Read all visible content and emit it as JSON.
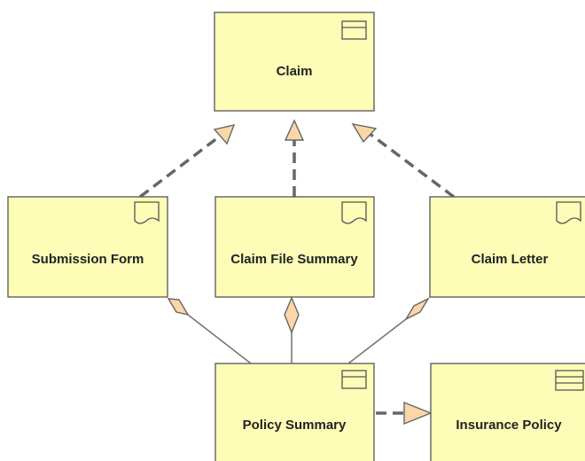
{
  "diagram": {
    "nodes": {
      "claim": {
        "label": "Claim",
        "icon": "business-object-icon"
      },
      "submission_form": {
        "label": "Submission Form",
        "icon": "representation-icon"
      },
      "claim_file_summary": {
        "label": "Claim File Summary",
        "icon": "representation-icon"
      },
      "claim_letter": {
        "label": "Claim Letter",
        "icon": "representation-icon"
      },
      "policy_summary": {
        "label": "Policy Summary",
        "icon": "business-object-icon"
      },
      "insurance_policy": {
        "label": "Insurance Policy",
        "icon": "business-object-icon"
      }
    },
    "relations": [
      {
        "type": "realization",
        "from": "Submission Form",
        "to": "Claim"
      },
      {
        "type": "realization",
        "from": "Claim File Summary",
        "to": "Claim"
      },
      {
        "type": "realization",
        "from": "Claim Letter",
        "to": "Claim"
      },
      {
        "type": "aggregation",
        "from": "Submission Form",
        "to": "Policy Summary"
      },
      {
        "type": "aggregation",
        "from": "Claim File Summary",
        "to": "Policy Summary"
      },
      {
        "type": "aggregation",
        "from": "Claim Letter",
        "to": "Policy Summary"
      },
      {
        "type": "realization",
        "from": "Policy Summary",
        "to": "Insurance Policy"
      }
    ],
    "colors": {
      "node_fill": "#fdfdb8",
      "node_border": "#555555",
      "arrow_head_fill": "#fbd6a8",
      "connector": "#666666"
    }
  }
}
